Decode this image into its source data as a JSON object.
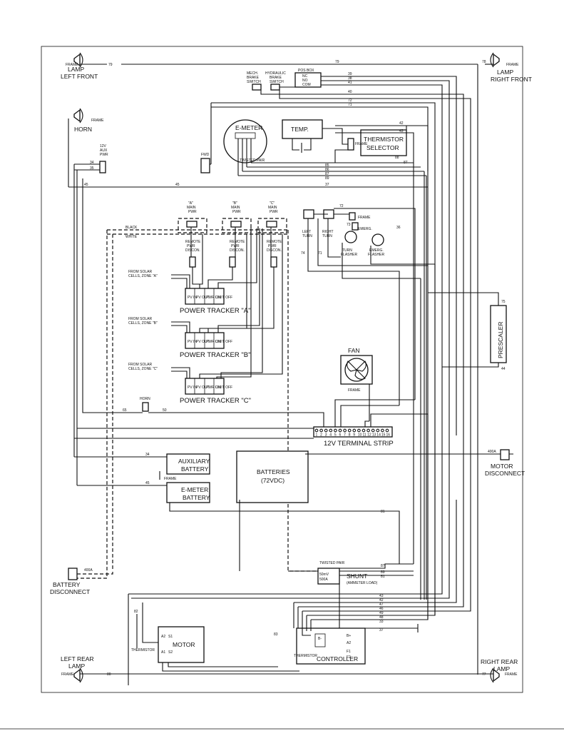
{
  "lamps": {
    "left_front": [
      "LAMP",
      "LEFT FRONT"
    ],
    "right_front": [
      "LAMP",
      "RIGHT FRONT"
    ],
    "left_rear": [
      "LEFT REAR",
      "LAMP"
    ],
    "right_rear": [
      "RIGHT REAR",
      "LAMP"
    ]
  },
  "horn": {
    "label": "HORN",
    "small_label": "HORN"
  },
  "frame_label": "FRAME",
  "aux_pwr": [
    "12V",
    "AUX",
    "PWR"
  ],
  "brake": {
    "mech": [
      "MECH.",
      "BRAKE",
      "SWITCH"
    ],
    "hydraulic": [
      "HYDRAULIC",
      "BRAKE",
      "SWITCH"
    ],
    "pos_box_title": "POS BOX",
    "pos_box_lines": [
      "NC",
      "NO",
      "COM"
    ]
  },
  "emeter": {
    "title": "E-METER",
    "twisted": "TWISTED PAIR"
  },
  "temp": {
    "title": "TEMP."
  },
  "thermistor_selector": [
    "THERMISTOR",
    "SELECTOR"
  ],
  "fwd": "FWD",
  "main_pwr": {
    "a": [
      "\"A\"",
      "MAIN",
      "PWR"
    ],
    "b": [
      "\"B\"",
      "MAIN",
      "PWR"
    ],
    "c": [
      "\"C\"",
      "MAIN",
      "PWR"
    ]
  },
  "remote_pwr": [
    "REMOTE",
    "PWR",
    "DISCON."
  ],
  "black_label": "BLACK",
  "white_label": "WHITE",
  "solar": {
    "a": [
      "FROM SOLAR",
      "CELLS, ZONE \"A\""
    ],
    "b": [
      "FROM SOLAR",
      "CELLS, ZONE \"B\""
    ],
    "c": [
      "FROM SOLAR",
      "CELLS, ZONE \"C\""
    ]
  },
  "tracker_terms": [
    "PV IN",
    "PV OUT",
    "PWR ON",
    "LIMIT OFF"
  ],
  "trackers": [
    "POWER TRACKER \"A\"",
    "POWER TRACKER \"B\"",
    "POWER TRACKER \"C\""
  ],
  "turn": {
    "left": [
      "LEFT",
      "TURN"
    ],
    "right": [
      "RIGHT",
      "TURN"
    ],
    "emerg": "EMERG.",
    "turn_flasher": [
      "TURN",
      "FLASHER"
    ],
    "emerg_flasher": [
      "EMERG.",
      "FLASHER"
    ]
  },
  "fan": {
    "title": "FAN"
  },
  "terminal_strip": {
    "title": "12V TERMINAL STRIP",
    "numbers": [
      "1",
      "2",
      "3",
      "4",
      "5",
      "6",
      "7",
      "8",
      "9",
      "10",
      "11",
      "12",
      "13",
      "14",
      "15",
      "16"
    ]
  },
  "prescaler": "PRESCALER",
  "aux_battery": [
    "AUXILIARY",
    "BATTERY"
  ],
  "emeter_battery": [
    "E-METER",
    "BATTERY"
  ],
  "batteries": [
    "BATTERIES",
    "(72VDC)"
  ],
  "motor_disconnect": [
    "MOTOR",
    "DISCONNECT"
  ],
  "battery_disconnect": [
    "BATTERY",
    "DISCONNECT"
  ],
  "fuse_400a": "400A",
  "shunt": {
    "title": "SHUNT",
    "twisted": "TWISTED PAIR",
    "ammeter": "(AMMETER LOAD)",
    "rating": [
      "50mV",
      "500A"
    ]
  },
  "motor": {
    "title": "MOTOR",
    "thermistor": "THERMISTOR",
    "terms": [
      "A2",
      "S1",
      "A1",
      "S2"
    ]
  },
  "controller": {
    "title": "CONTROLLER",
    "thermistor": "THERMISTOR",
    "terms": [
      "B+",
      "A2",
      "B-",
      "F1",
      "F2"
    ]
  },
  "wire_numbers": {
    "w79": "79",
    "w78": "78",
    "w80": "80",
    "w77": "77",
    "w39": "39",
    "w38": "38",
    "w41": "41",
    "w40": "40",
    "w72": "72",
    "w71": "71",
    "w42": "42",
    "w43": "43",
    "w88": "88",
    "w87": "87",
    "w85": "85",
    "w86": "86",
    "w89": "89",
    "w34": "34",
    "w35": "35",
    "w45": "45",
    "w37": "37",
    "w73": "73",
    "w74": "74",
    "w36": "36",
    "w65": "65",
    "w50": "50",
    "w81": "81",
    "w83": "83",
    "w82": "82",
    "w75": "75",
    "w44": "44",
    "w47": "47",
    "w46": "46",
    "w49": "49",
    "w48": "48",
    "w33": "33"
  }
}
